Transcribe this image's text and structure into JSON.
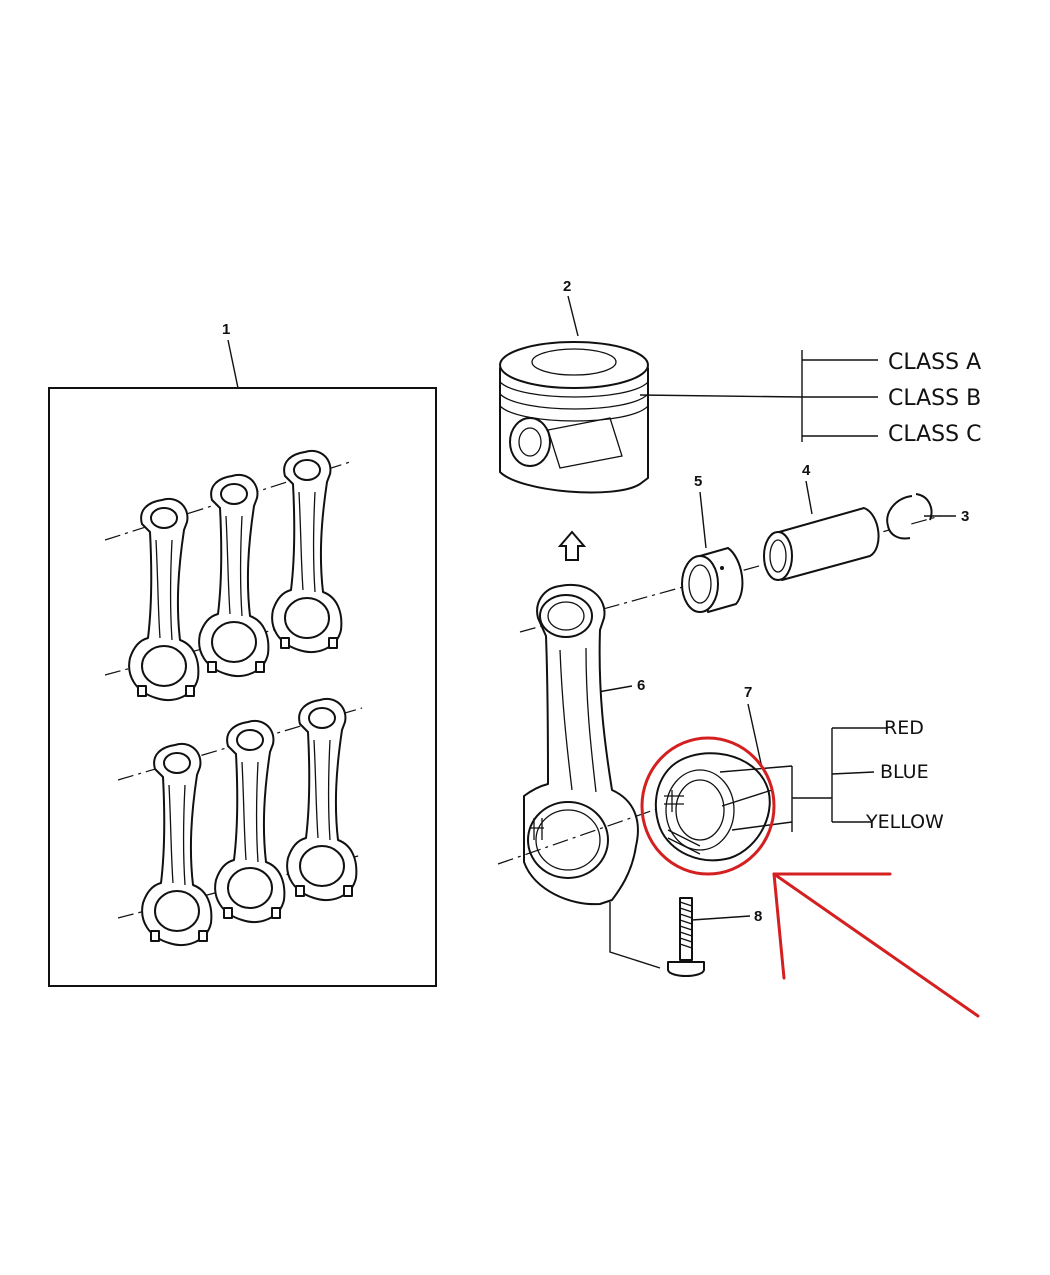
{
  "callouts": {
    "c1": "1",
    "c2": "2",
    "c3": "3",
    "c4": "4",
    "c5": "5",
    "c6": "6",
    "c7": "7",
    "c8": "8"
  },
  "piston_classes": [
    "CLASS A",
    "CLASS B",
    "CLASS C"
  ],
  "bearing_colors": [
    "RED",
    "BLUE",
    "YELLOW"
  ],
  "highlight_color": "#d42020",
  "icons": {
    "assembly_direction": "up-arrow-icon"
  }
}
